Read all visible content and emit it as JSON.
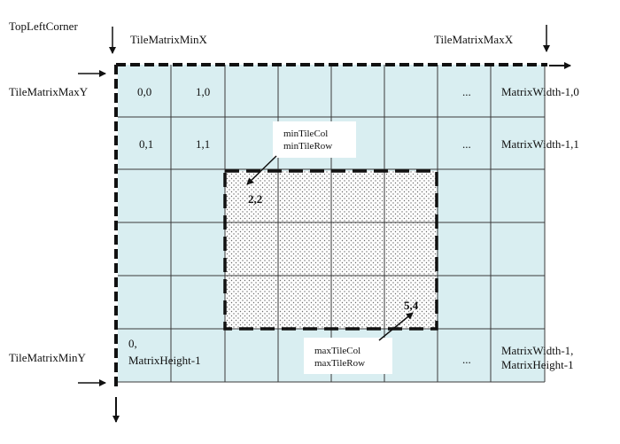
{
  "labels": {
    "top_left_corner": "TopLeftCorner",
    "tile_matrix_min_x": "TileMatrixMinX",
    "tile_matrix_max_x": "TileMatrixMaxX",
    "tile_matrix_max_y": "TileMatrixMaxY",
    "tile_matrix_min_y": "TileMatrixMinY"
  },
  "cells": {
    "r0c0": "0,0",
    "r0c1": "1,0",
    "r0_ellipsis": "...",
    "r0_last": "MatrixWidth-1,0",
    "r1c0": "0,1",
    "r1c1": "1,1",
    "r1_ellipsis": "...",
    "r1_last": "MatrixWidth-1,1",
    "tile_2_2": "2,2",
    "tile_5_4": "5,4",
    "last_row_first_line1": "0,",
    "last_row_first_line2": "MatrixHeight-1",
    "last_row_ellipsis": "...",
    "last_row_last_line1": "MatrixWidth-1,",
    "last_row_last_line2": "MatrixHeight-1"
  },
  "callouts": {
    "min_tile_col": "minTileCol",
    "min_tile_row": "minTileRow",
    "max_tile_col": "maxTileCol",
    "max_tile_row": "maxTileRow"
  },
  "colors": {
    "tile_fill": "#d9eef1",
    "grid_line": "#3a3a3a",
    "dashed_border": "#111111",
    "highlight_fill": "#ffffff",
    "dot": "#6a6a6a"
  }
}
